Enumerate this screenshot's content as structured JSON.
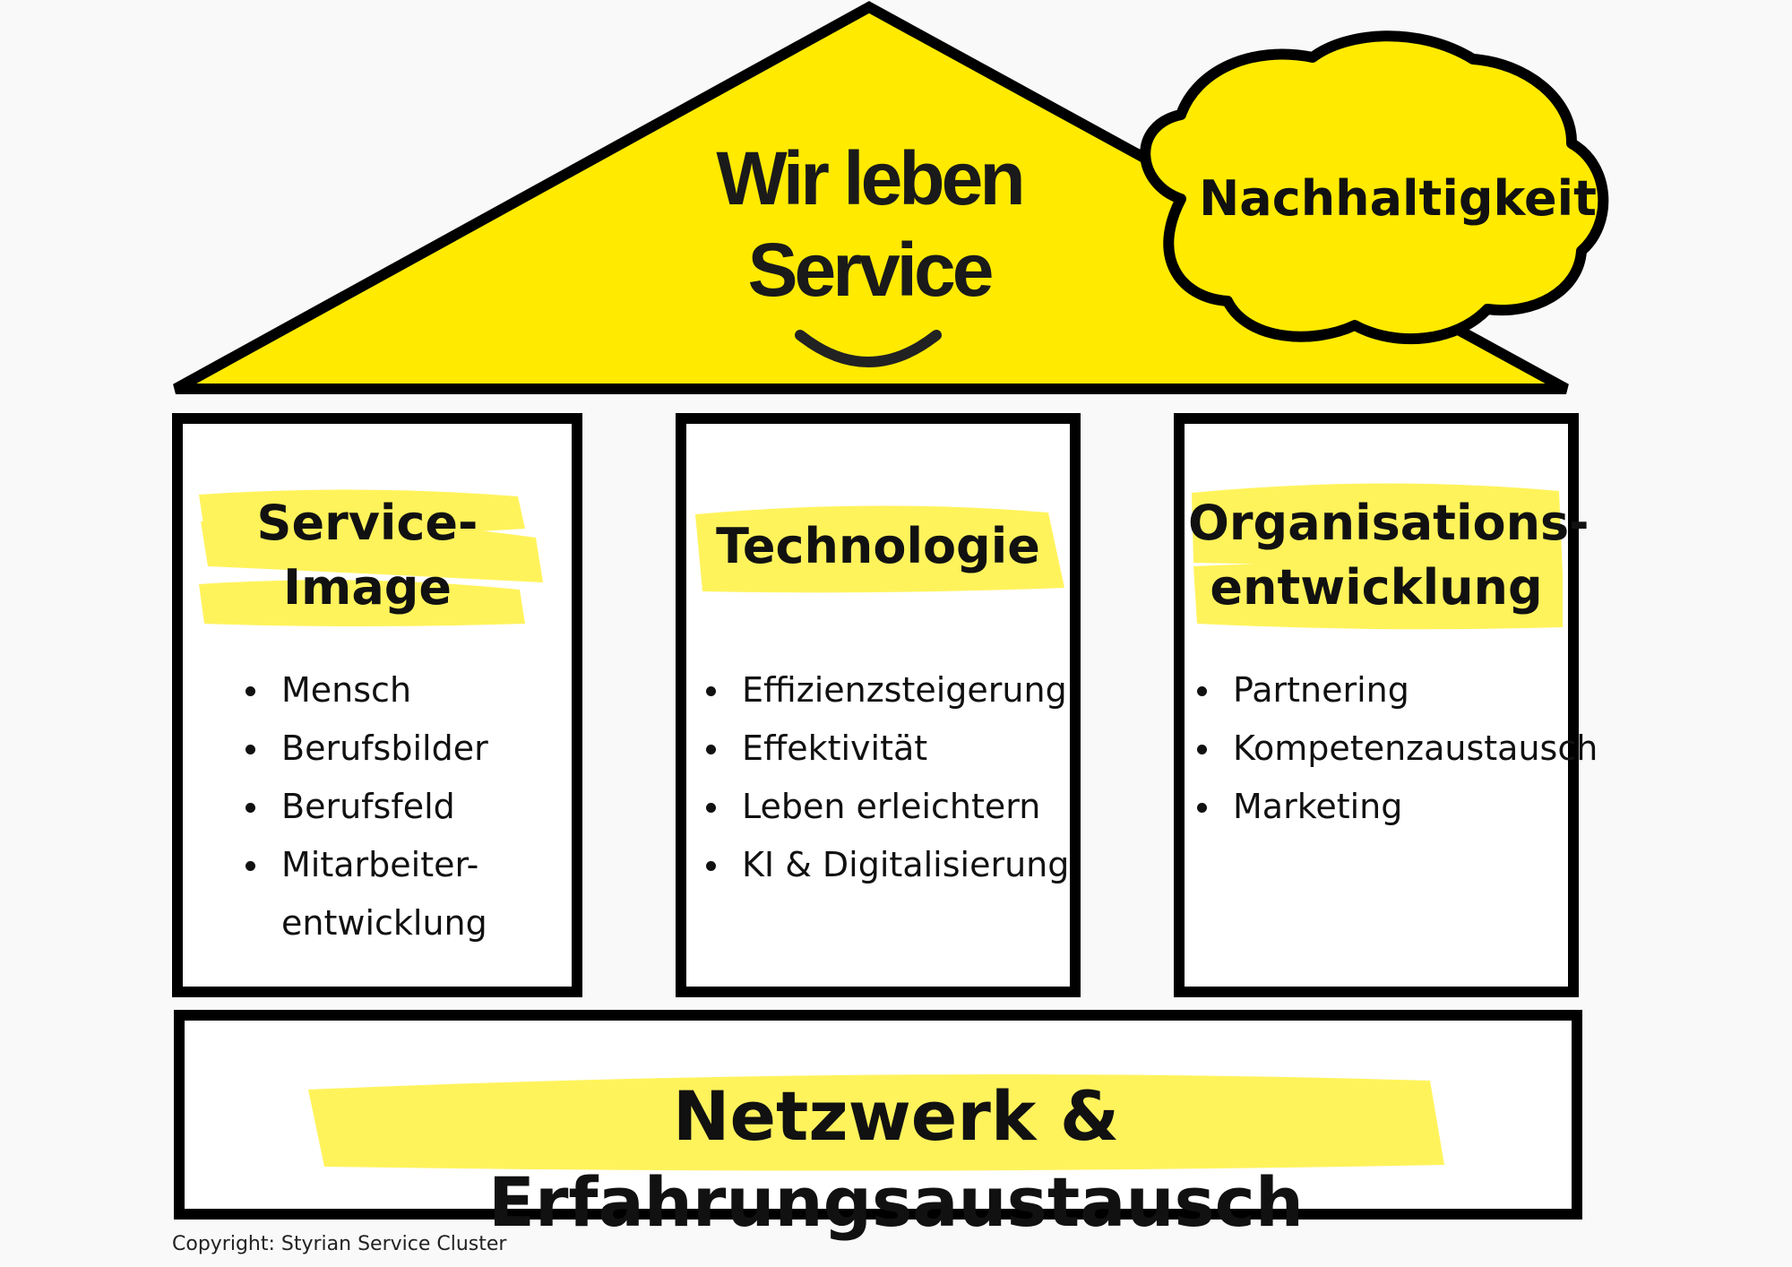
{
  "roof": {
    "line1": "Wir leben",
    "line2": "Service"
  },
  "cloud": {
    "label": "Nachhaltigkeit"
  },
  "pillars": [
    {
      "title_line1": "Service-",
      "title_line2": "Image",
      "items": [
        "Mensch",
        "Berufsbilder",
        "Berufsfeld"
      ],
      "item_wrapped_line1": "Mitarbeiter-",
      "item_wrapped_line2": "entwicklung"
    },
    {
      "title_line1": "Technologie",
      "items": [
        "Effizienzsteigerung",
        "Effektivität",
        "Leben erleichtern",
        "KI & Digitalisierung"
      ]
    },
    {
      "title_line1": "Organisations-",
      "title_line2": "entwicklung",
      "items": [
        "Partnering",
        "Kompetenzaustausch",
        "Marketing"
      ]
    }
  ],
  "foundation": {
    "label": "Netzwerk & Erfahrungsaustausch"
  },
  "footer": {
    "copyright": "Copyright: Styrian Service Cluster"
  },
  "colors": {
    "accent_yellow": "#ffea00",
    "highlighter_yellow": "#fff24a",
    "outline": "#000000",
    "background": "#f9f9f9"
  }
}
